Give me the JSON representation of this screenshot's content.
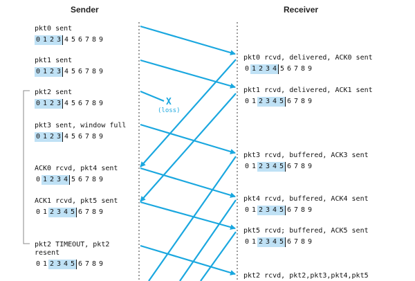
{
  "headers": {
    "sender": "Sender",
    "receiver": "Receiver"
  },
  "sender_events": [
    {
      "label": "pkt0 sent",
      "window_start": 0,
      "window_end": 3
    },
    {
      "label": "pkt1 sent",
      "window_start": 0,
      "window_end": 3
    },
    {
      "label": "pkt2 sent",
      "window_start": 0,
      "window_end": 3
    },
    {
      "label": "pkt3 sent, window full",
      "window_start": 0,
      "window_end": 3
    },
    {
      "label": "ACK0 rcvd, pkt4 sent",
      "window_start": 1,
      "window_end": 4
    },
    {
      "label": "ACK1 rcvd, pkt5 sent",
      "window_start": 2,
      "window_end": 5
    },
    {
      "label": "pkt2 TIMEOUT, pkt2\nresent",
      "window_start": 2,
      "window_end": 5
    }
  ],
  "receiver_events": [
    {
      "label": "pkt0 rcvd, delivered, ACK0 sent",
      "window_start": 1,
      "window_end": 4
    },
    {
      "label": "pkt1 rcvd, delivered, ACK1 sent",
      "window_start": 2,
      "window_end": 5
    },
    {
      "label": "pkt3 rcvd, buffered, ACK3 sent",
      "window_start": 2,
      "window_end": 5
    },
    {
      "label": "pkt4 rcvd, buffered, ACK4 sent",
      "window_start": 2,
      "window_end": 5
    },
    {
      "label": "pkt5 rcvd; buffered, ACK5 sent",
      "window_start": 2,
      "window_end": 5
    },
    {
      "label": "pkt2 rcvd, pkt2,pkt3,pkt4,pkt5",
      "window_start": null,
      "window_end": null
    }
  ],
  "sequence_numbers": [
    "0",
    "1",
    "2",
    "3",
    "4",
    "5",
    "6",
    "7",
    "8",
    "9"
  ],
  "loss": {
    "mark": "X",
    "label": "(loss)"
  },
  "colors": {
    "arrow": "#1aa7df",
    "window_highlight": "#bfe1f5",
    "timeline": "#9a9a9a",
    "text": "#111111"
  }
}
